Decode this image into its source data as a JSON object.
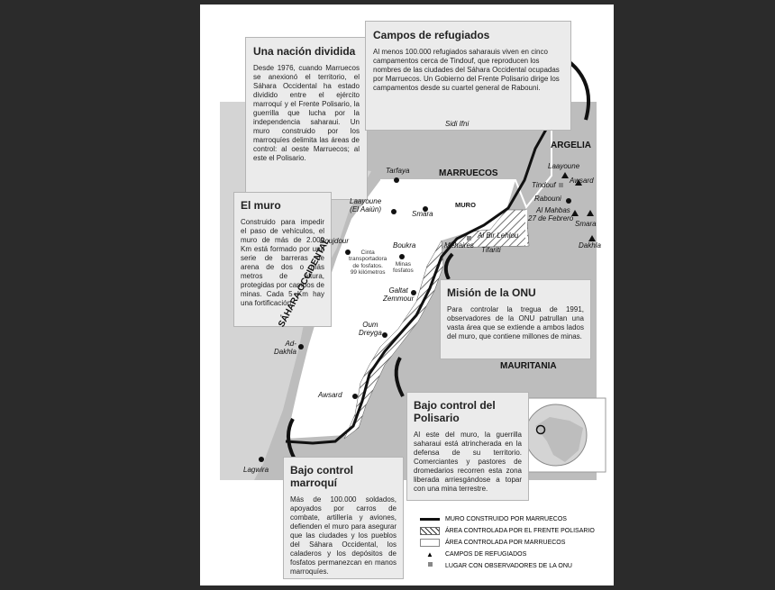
{
  "boxes": {
    "nacion": {
      "title": "Una nación dividida",
      "text": "Desde 1976, cuando Marruecos se anexionó el territorio, el Sáhara Occidental ha estado dividido entre el ejército marroquí y el Frente Polisario, la guerrilla que lucha por la independencia saharaui. Un muro construido por los marroquíes delimita las áreas de control: al oeste Marruecos; al este el Polisario."
    },
    "campos": {
      "title": "Campos de refugiados",
      "text": "Al menos 100.000 refugiados saharauis viven en cinco campamentos cerca de Tindouf, que reproducen los nombres de las ciudades del Sáhara Occidental ocupadas por Marruecos. Un Gobierno del Frente Polisario dirige los campamentos desde su cuartel general de Rabouni."
    },
    "muro": {
      "title": "El muro",
      "text": "Construido para impedir el paso de vehículos, el muro de más de 2.000 Km está formado por una serie de barreras de arena de dos o más metros de altura, protegidas por campos de minas. Cada 5 Km hay una fortificación."
    },
    "mision": {
      "title": "Misión de la ONU",
      "text": "Para controlar la tregua de 1991, observadores de la ONU patrullan una vasta área que se extiende a ambos lados del muro, que contiene millones de minas."
    },
    "polisario": {
      "title": "Bajo control del Polisario",
      "text": "Al este del muro, la guerrilla saharaui está atrincherada en la defensa de su territorio. Comerciantes y pastores de dromedarios recorren esta zona liberada arriesgándose a topar con una mina terrestre."
    },
    "marroqui": {
      "title": "Bajo control marroquí",
      "text": "Más de 100.000 soldados, apoyados por carros de combate, artillería y aviones, defienden el muro para asegurar que las ciudades y los pueblos del Sáhara Occidental, los caladeros y los depósitos de fosfatos permanezcan en manos marroquíes."
    }
  },
  "regions": {
    "marruecos": "MARRUECOS",
    "argelia": "ARGELIA",
    "mauritania": "MAURITANIA",
    "sahara": "SÁHARA OCCIDENTAL",
    "muro": "MURO"
  },
  "places": {
    "sidi_ifni": "Sidi Ifni",
    "tarfaya": "Tarfaya",
    "laayoune": "Laayoune\n(El Aaiún)",
    "smara": "Smara",
    "boujdour": "Boujdour",
    "boukra": "Boukra",
    "mehaires": "Mehaires",
    "bir_lehlou": "Al Bir Lehlou",
    "tifariti": "Tifariti",
    "galtat": "Galtat\nZemmour",
    "oum_dreyga": "Oum\nDreyga",
    "ad_dakhla": "Ad-\nDakhla",
    "awsard": "Awsard",
    "lagwira": "Lagwira"
  },
  "camps": {
    "laayoune": "Laayoune",
    "awsard": "Awsard",
    "tindouf": "Tindouf",
    "rabouni": "Rabouni",
    "al_mahbas": "Al Mahbas",
    "27_febrero": "27 de Febrero",
    "smara": "Smara",
    "dakhla": "Dakhla"
  },
  "annotations": {
    "cinta": "Cinta\ntransportadora\nde fosfatos.\n99 kilómetros",
    "minas": "Minas\nfosfatos"
  },
  "legend": [
    {
      "key": "muro",
      "label": "MURO CONSTRUIDO POR MARRUECOS"
    },
    {
      "key": "polisario",
      "label": "ÁREA CONTROLADA POR EL FRENTE POLISARIO"
    },
    {
      "key": "marruecos",
      "label": "ÁREA CONTROLADA POR MARRUECOS"
    },
    {
      "key": "campos",
      "label": "CAMPOS DE REFUGIADOS"
    },
    {
      "key": "onu",
      "label": "LUGAR CON OBSERVADORES DE LA ONU"
    }
  ],
  "colors": {
    "sea": "#d4d4d4",
    "land": "#bdbdbd",
    "marruecos_area": "#ffffff",
    "wall": "#111111",
    "box": "#ebebeb"
  }
}
